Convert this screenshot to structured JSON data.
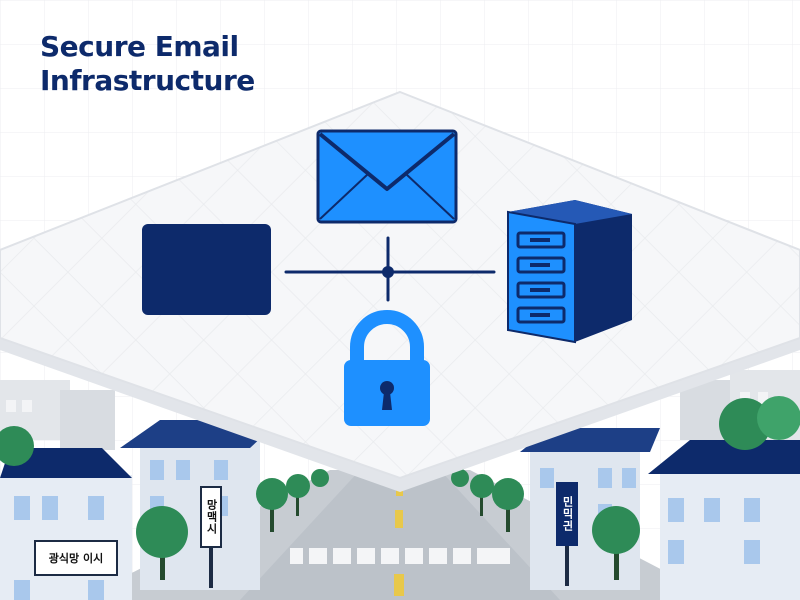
{
  "title": {
    "line1": "Secure Email",
    "line2": "Infrastructure"
  },
  "diagram": {
    "nodes": [
      {
        "id": "email",
        "icon": "envelope-icon"
      },
      {
        "id": "terminal",
        "icon": "terminal-block"
      },
      {
        "id": "hub",
        "icon": "network-junction"
      },
      {
        "id": "server",
        "icon": "server-tower-icon"
      },
      {
        "id": "security",
        "icon": "padlock-icon"
      }
    ]
  },
  "street": {
    "shop_sign": "광식망 이시",
    "left_pole_sign": "망맥시",
    "right_pole_sign": "민믹긘"
  },
  "colors": {
    "navy": "#0d2a6b",
    "blue": "#1e90ff",
    "platform": "#f6f7f9",
    "platform_side": "#e2e5ea",
    "tree": "#2e8b57",
    "building": "#e6ecf4",
    "roof": "#0d2a6b",
    "road": "#bfc4cb"
  }
}
